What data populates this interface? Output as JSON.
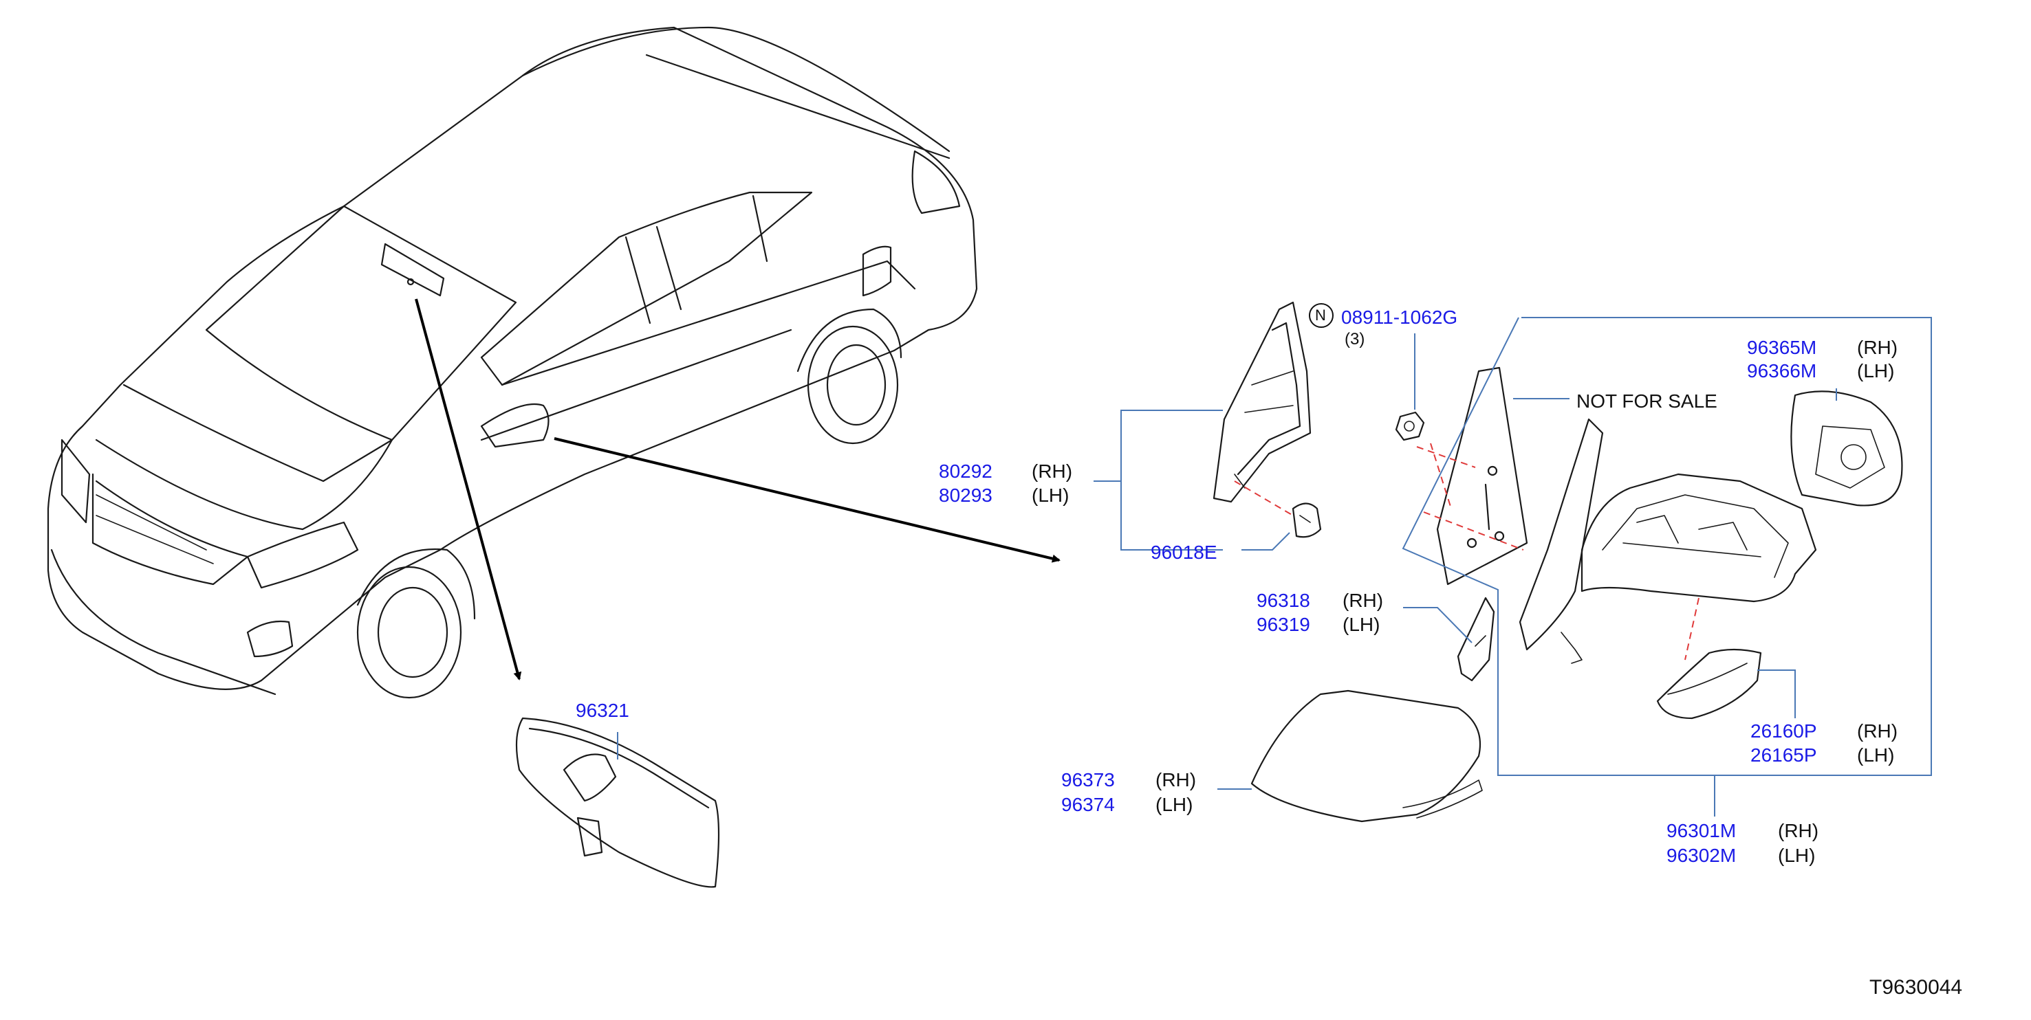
{
  "diagram_id": "T9630044",
  "parts": {
    "p80292": "80292",
    "p80293": "80293",
    "p96018E": "96018E",
    "p08911": "08911-1062G",
    "qty08911": "(3)",
    "n_mark": "N",
    "not_for_sale": "NOT   FOR   SALE",
    "p96365M": "96365M",
    "p96366M": "96366M",
    "p96318": "96318",
    "p96319": "96319",
    "p26160P": "26160P",
    "p26165P": "26165P",
    "p96301M": "96301M",
    "p96302M": "96302M",
    "p96373": "96373",
    "p96374": "96374",
    "p96321": "96321"
  },
  "sides": {
    "rh": "(RH)",
    "lh": "(LH)"
  },
  "colors": {
    "part_number": "#1a1ae6",
    "leader": "#4a78b5",
    "dashed_ref": "#e03a3a",
    "line_art": "#1a1a1a"
  }
}
